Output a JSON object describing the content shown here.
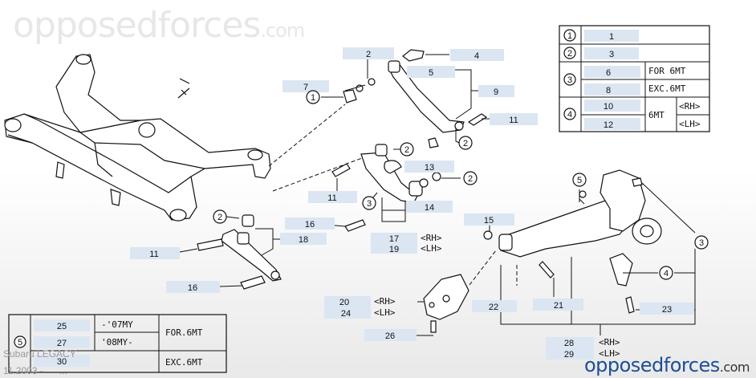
{
  "watermark": {
    "brand": "opposedforces",
    "suffix": ".com"
  },
  "footer": {
    "model": "Subaru LEGACY",
    "date": "11.2003 -",
    "ellipsis": "..."
  },
  "callouts": {
    "n1": "1",
    "n2": "2",
    "n3": "3",
    "n4": "4",
    "n5": "5",
    "n6": "6",
    "n7": "7",
    "n8": "8",
    "n9": "9",
    "n10": "10",
    "n11": "11",
    "n12": "12",
    "n13": "13",
    "n14": "14",
    "n15": "15",
    "n16": "16",
    "n17": "17",
    "n18": "18",
    "n19": "19",
    "n20": "20",
    "n21": "21",
    "n22": "22",
    "n23": "23",
    "n24": "24",
    "n25": "25",
    "n26": "26",
    "n27": "27",
    "n28": "28",
    "n29": "29",
    "n30": "30"
  },
  "side_labels": {
    "rh": "<RH>",
    "lh": "<LH>"
  },
  "legend": {
    "for6mt": "FOR 6MT",
    "exc6mt": "EXC.6MT",
    "t6mt": "6MT",
    "my07": "-'07MY",
    "my08": "'08MY-",
    "for6mt_b": "FOR.6MT",
    "exc6mt_b": "EXC.6MT"
  },
  "colors": {
    "part_box": "#dbe6f2",
    "line": "#111111",
    "brand": "#1d4e97"
  }
}
